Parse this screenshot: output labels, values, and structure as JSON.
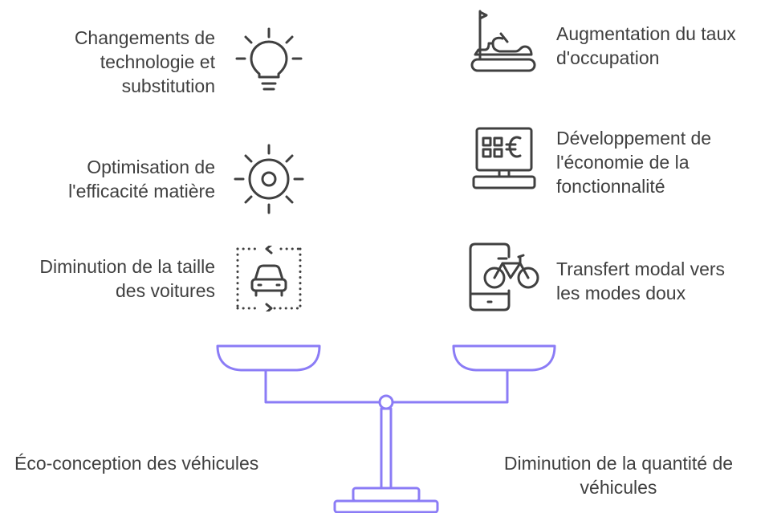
{
  "left": {
    "items": [
      {
        "label": "Changements de\ntechnologie et\nsubstitution",
        "icon": "lightbulb-icon"
      },
      {
        "label": "Optimisation de\nl'efficacité matière",
        "icon": "sun-gear-icon"
      },
      {
        "label": "Diminution de la taille\ndes voitures",
        "icon": "car-resize-icon"
      }
    ],
    "pan_label": "Éco-conception des véhicules"
  },
  "right": {
    "items": [
      {
        "label": "Augmentation du taux\nd'occupation",
        "icon": "bumper-car-icon"
      },
      {
        "label": "Développement de\nl'économie de la\nfonctionnalité",
        "icon": "computer-euro-icon"
      },
      {
        "label": "Transfert modal vers\nles modes doux",
        "icon": "phone-bike-icon"
      }
    ],
    "pan_label": "Diminution de la quantité de\nvéhicules"
  },
  "colors": {
    "balance": "#8b7cf6",
    "icon": "#404040",
    "text": "#404040"
  }
}
